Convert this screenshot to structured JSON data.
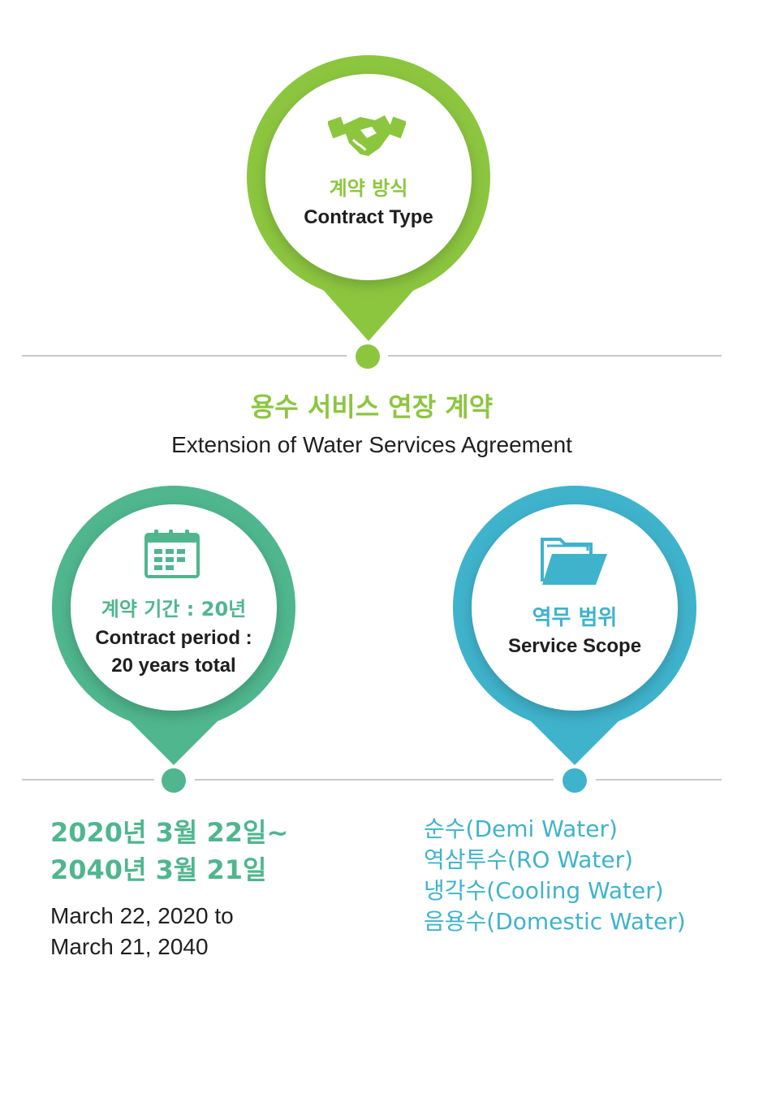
{
  "colors": {
    "green": "#8cc63f",
    "teal": "#4fb68e",
    "blue": "#3fb3cc",
    "line": "#c8c8c8",
    "text": "#1f1f1f"
  },
  "pins": {
    "contract_type": {
      "icon": "handshake-icon",
      "title_ko": "계약 방식",
      "title_en": "Contract Type"
    },
    "contract_period": {
      "icon": "calendar-icon",
      "title_ko": "계약 기간 : 20년",
      "title_en_line1": "Contract period :",
      "title_en_line2": "20 years total"
    },
    "service_scope": {
      "icon": "folder-icon",
      "title_ko": "역무 범위",
      "title_en": "Service Scope"
    }
  },
  "center": {
    "title_ko": "용수 서비스 연장 계약",
    "title_en": "Extension of Water Services Agreement"
  },
  "period_detail": {
    "ko_line1": "2020년 3월 22일~",
    "ko_line2": "2040년 3월 21일",
    "en_line1": "March 22, 2020 to",
    "en_line2": "March 21, 2040"
  },
  "scope_items": [
    "순수(Demi Water)",
    "역삼투수(RO Water)",
    "냉각수(Cooling Water)",
    "음용수(Domestic Water)"
  ]
}
